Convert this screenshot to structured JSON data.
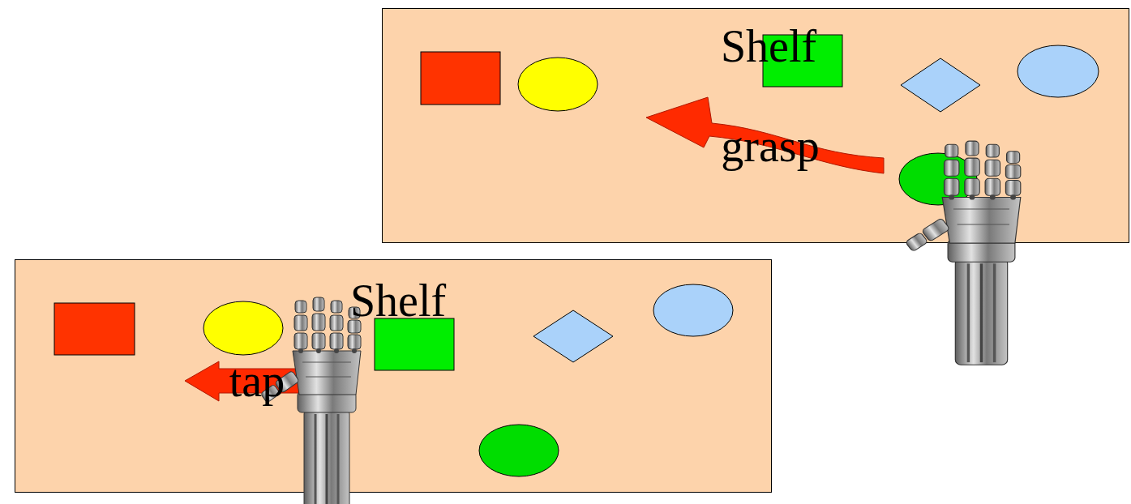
{
  "diagram": {
    "nodes": [
      {
        "text": [
          "Shelf"
        ]
      },
      {
        "text": [
          "Shelf"
        ]
      }
    ],
    "labels": [
      "grasp",
      "tap"
    ]
  }
}
